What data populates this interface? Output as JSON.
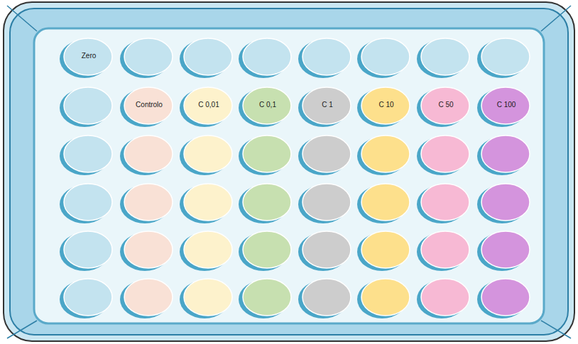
{
  "diagram": {
    "nodes": [
      {
        "text": [
          "Zero"
        ]
      },
      {
        "text": [
          "Controlo"
        ]
      },
      {
        "text": [
          "C 0,01"
        ]
      },
      {
        "text": [
          "C 0,1"
        ]
      },
      {
        "text": [
          "C 1"
        ]
      },
      {
        "text": [
          "C 10"
        ]
      },
      {
        "text": [
          "C 50"
        ]
      },
      {
        "text": [
          "C 100"
        ]
      }
    ]
  }
}
